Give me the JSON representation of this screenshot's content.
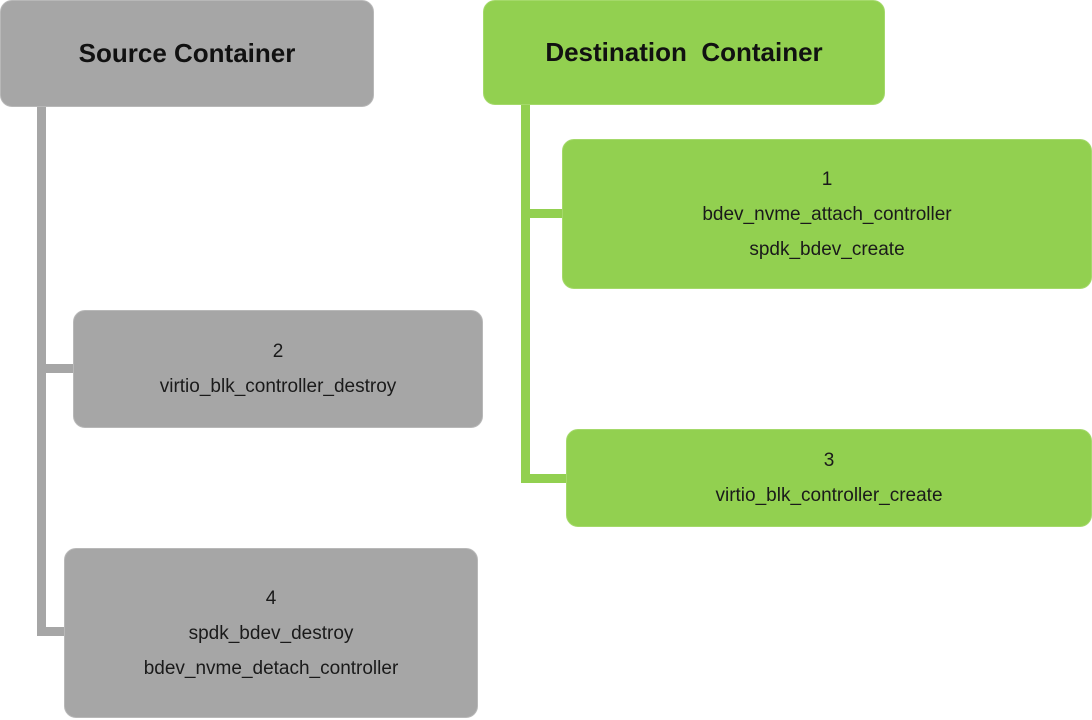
{
  "colors": {
    "source": "#a6a6a6",
    "destination": "#92d050"
  },
  "source": {
    "title": "Source Container",
    "steps": [
      {
        "number": "2",
        "lines": [
          "virtio_blk_controller_destroy"
        ]
      },
      {
        "number": "4",
        "lines": [
          "spdk_bdev_destroy",
          "bdev_nvme_detach_controller"
        ]
      }
    ]
  },
  "destination": {
    "title": "Destination  Container",
    "steps": [
      {
        "number": "1",
        "lines": [
          "bdev_nvme_attach_controller",
          "spdk_bdev_create"
        ]
      },
      {
        "number": "3",
        "lines": [
          "virtio_blk_controller_create"
        ]
      }
    ]
  }
}
